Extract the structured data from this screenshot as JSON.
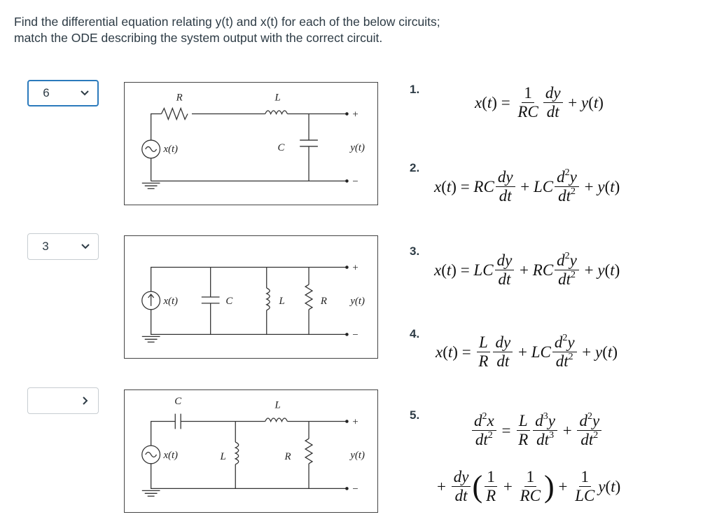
{
  "question": {
    "line1": "Find the differential equation relating y(t) and x(t) for each of the below circuits;",
    "line2": "match the ODE describing the system output with the correct circuit."
  },
  "selects": [
    {
      "value": "6"
    },
    {
      "value": "3"
    },
    {
      "value": ""
    }
  ],
  "circuits": [
    {
      "labels": {
        "R": "R",
        "L": "L",
        "C": "C",
        "x": "x(t)",
        "y": "y(t)",
        "plus": "+",
        "minus": "−"
      }
    },
    {
      "labels": {
        "C": "C",
        "L": "L",
        "R": "R",
        "x": "x(t)",
        "y": "y(t)",
        "plus": "+",
        "minus": "−"
      }
    },
    {
      "labels": {
        "C": "C",
        "L1": "L",
        "L2": "L",
        "R": "R",
        "x": "x(t)",
        "y": "y(t)",
        "plus": "+",
        "minus": "−"
      }
    }
  ],
  "options": [
    {
      "num": "1."
    },
    {
      "num": "2."
    },
    {
      "num": "3."
    },
    {
      "num": "4."
    },
    {
      "num": "5."
    }
  ],
  "colors": {
    "accent": "#2b7abc",
    "text": "#2d3b45",
    "border": "#c7cdd1"
  }
}
